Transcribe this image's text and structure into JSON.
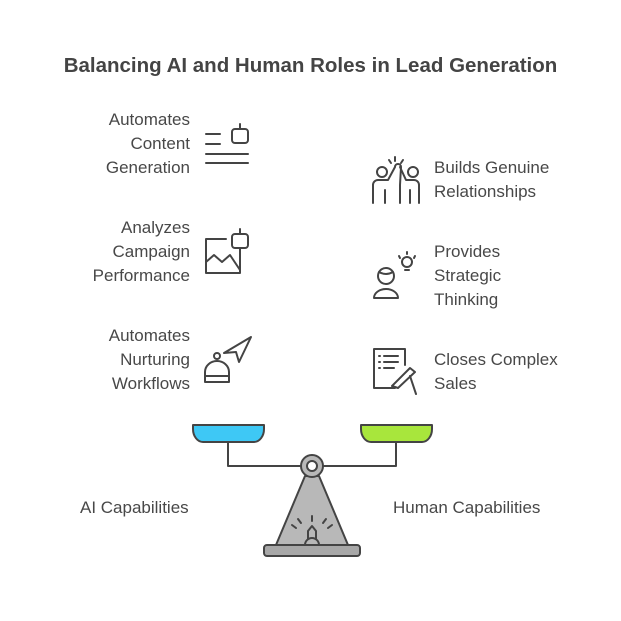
{
  "title": "Balancing AI and Human Roles in Lead Generation",
  "ai_side": {
    "caption": "AI Capabilities",
    "color": "#3EC8F5",
    "items": [
      {
        "label_lines": [
          "Automates",
          "Content",
          "Generation"
        ],
        "icon": "robot-document-icon"
      },
      {
        "label_lines": [
          "Analyzes",
          "Campaign",
          "Performance"
        ],
        "icon": "robot-chart-icon"
      },
      {
        "label_lines": [
          "Automates",
          "Nurturing",
          "Workflows"
        ],
        "icon": "robot-send-icon"
      }
    ]
  },
  "human_side": {
    "caption": "Human Capabilities",
    "color": "#A8E63C",
    "items": [
      {
        "label_lines": [
          "Builds Genuine",
          "Relationships"
        ],
        "icon": "high-five-icon"
      },
      {
        "label_lines": [
          "Provides",
          "Strategic",
          "Thinking"
        ],
        "icon": "person-idea-icon"
      },
      {
        "label_lines": [
          "Closes Complex",
          "Sales"
        ],
        "icon": "contract-sign-icon"
      }
    ]
  }
}
